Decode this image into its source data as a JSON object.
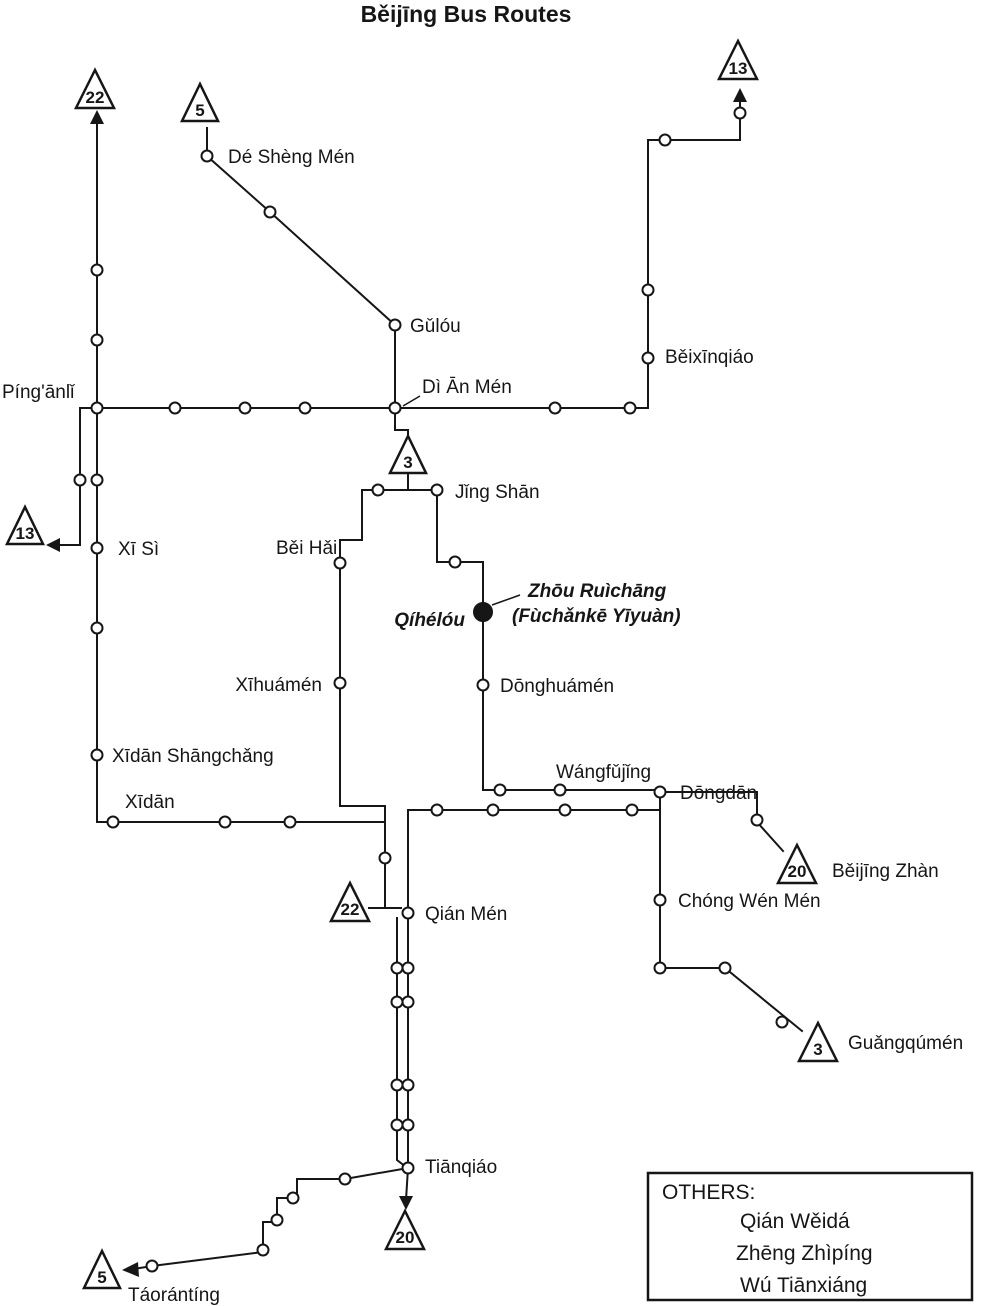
{
  "title": "Běijīng Bus Routes",
  "stations": {
    "de_sheng_men": "Dé Shèng Mén",
    "gulou": "Gǔlóu",
    "beixinqiao": "Běixīnqiáo",
    "pinganli": "Píng'ānlǐ",
    "di_an_men": "Dì Ān Mén",
    "jing_shan": "Jǐng Shān",
    "xi_si": "Xī Sì",
    "bei_hai": "Běi Hǎi",
    "qihelou": "Qíhélóu",
    "xihuamen": "Xīhuámén",
    "donghuamen": "Dōnghuámén",
    "xidan_shangchang": "Xīdān Shāngchǎng",
    "xidan": "Xīdān",
    "wangfujing": "Wángfǔjǐng",
    "dongdan": "Dōngdān",
    "beijing_zhan": "Běijīng Zhàn",
    "chong_wen_men": "Chóng Wén Mén",
    "qian_men": "Qián Mén",
    "guangqumen": "Guǎngqúmén",
    "tianqiao": "Tiānqiáo",
    "taoranting": "Táorántíng"
  },
  "annotation": {
    "line1": "Zhōu Ruìchāng",
    "line2": "(Fùchǎnkē Yīyuàn)"
  },
  "terminals": {
    "t22_top": "22",
    "t5_top": "5",
    "t13_top_right": "13",
    "t13_left": "13",
    "t3_center": "3",
    "t22_mid": "22",
    "t20_beijing_zhan": "20",
    "t3_guangqumen": "3",
    "t20_bottom": "20",
    "t5_bottom_left": "5"
  },
  "legend": {
    "heading": "OTHERS:",
    "names": [
      "Qián Wěidá",
      "Zhēng Zhìpíng",
      "Wú Tiānxiáng"
    ]
  }
}
